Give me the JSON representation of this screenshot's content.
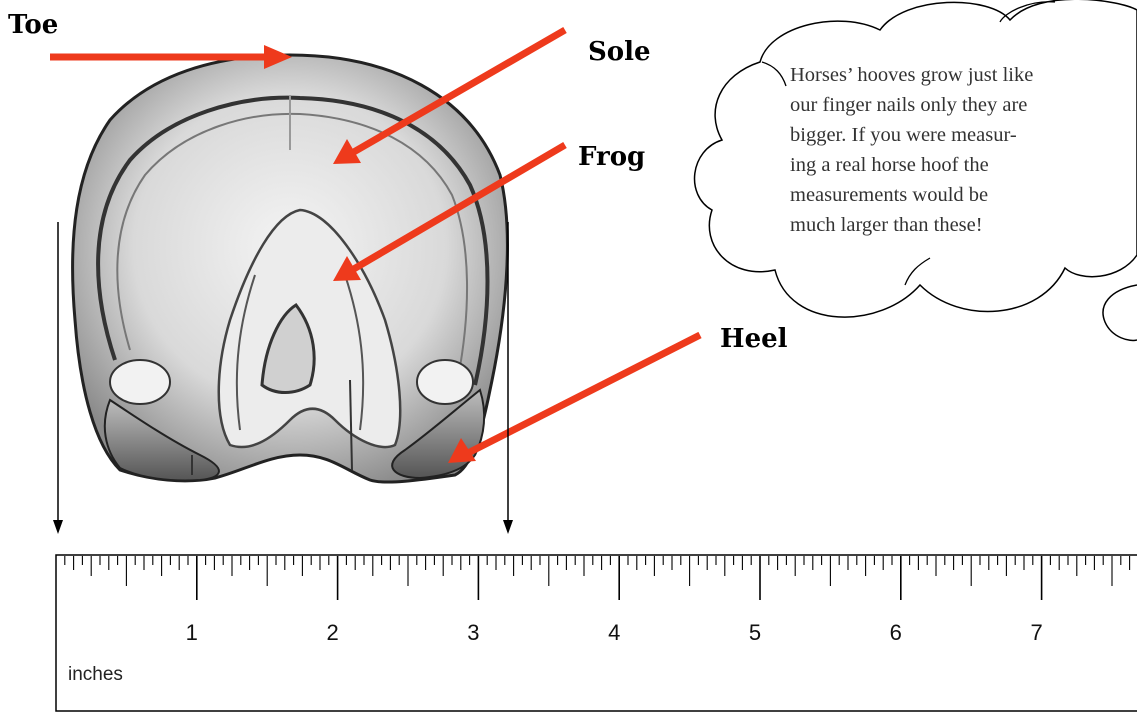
{
  "labels": {
    "toe": "Toe",
    "sole": "Sole",
    "frog": "Frog",
    "heel": "Heel"
  },
  "thought_bubble": {
    "lines": [
      "Horses’ hooves grow just like",
      "our finger nails only they are",
      "bigger.  If you were measur-",
      "ing a real horse hoof the",
      "measurements would be",
      "much larger than these!"
    ]
  },
  "ruler": {
    "unit_label": "inches",
    "numbers": [
      "1",
      "2",
      "3",
      "4",
      "5",
      "6",
      "7"
    ]
  },
  "colors": {
    "arrow": "#ee3a1c",
    "outline": "#000000"
  }
}
